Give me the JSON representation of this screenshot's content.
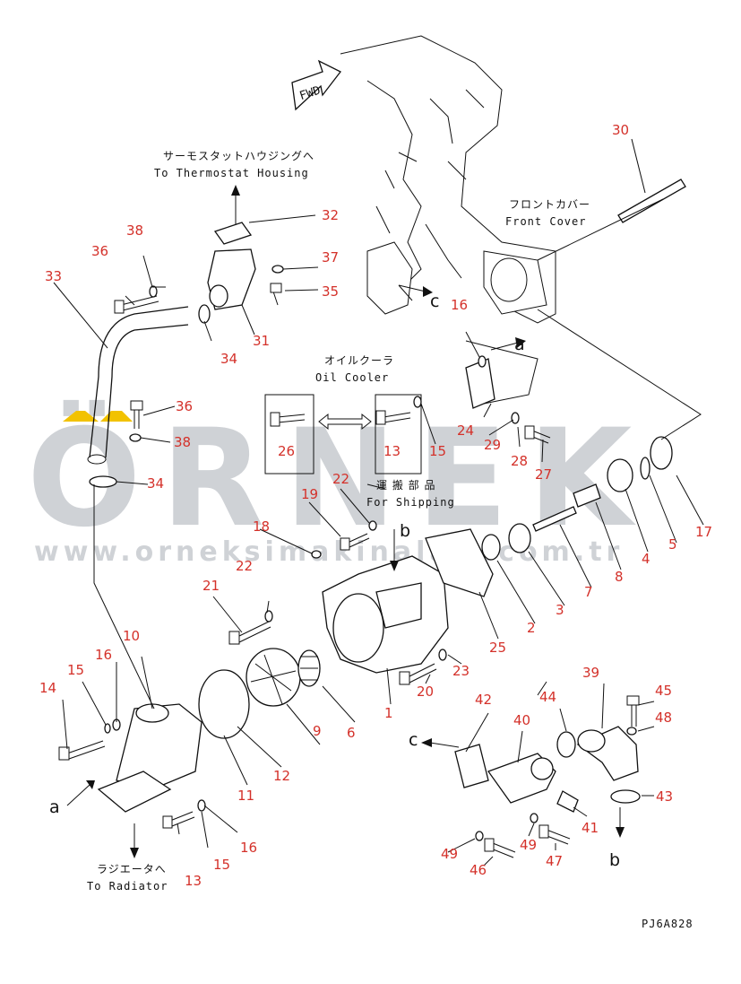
{
  "diagram": {
    "code": "PJ6A828",
    "fwd": "FWD",
    "captions": {
      "to_thermostat_jp": "サーモスタットハウジングへ",
      "to_thermostat_en": "To Thermostat Housing",
      "front_cover_jp": "フロントカバー",
      "front_cover_en": "Front Cover",
      "oil_cooler_jp": "オイルクーラ",
      "oil_cooler_en": "Oil Cooler",
      "for_shipping_jp": "運 搬 部 品",
      "for_shipping_en": "For Shipping",
      "to_radiator_jp": "ラジエータへ",
      "to_radiator_en": "To Radiator"
    },
    "letters": {
      "a1": "a",
      "a2": "a",
      "b1": "b",
      "b2": "b",
      "c1": "c",
      "c2": "c"
    },
    "numbers": {
      "n1": "1",
      "n2": "2",
      "n3": "3",
      "n4": "4",
      "n5": "5",
      "n6": "6",
      "n7": "7",
      "n8": "8",
      "n9": "9",
      "n10": "10",
      "n11": "11",
      "n12": "12",
      "n13a": "13",
      "n13b": "13",
      "n14": "14",
      "n15a": "15",
      "n15b": "15",
      "n15c": "15",
      "n16a": "16",
      "n16b": "16",
      "n16c": "16",
      "n17": "17",
      "n18": "18",
      "n19": "19",
      "n20": "20",
      "n21": "21",
      "n22a": "22",
      "n22b": "22",
      "n23": "23",
      "n24": "24",
      "n25": "25",
      "n26": "26",
      "n27": "27",
      "n28": "28",
      "n29": "29",
      "n30": "30",
      "n31": "31",
      "n32": "32",
      "n33": "33",
      "n34a": "34",
      "n34b": "34",
      "n35": "35",
      "n36a": "36",
      "n36b": "36",
      "n37": "37",
      "n38a": "38",
      "n38b": "38",
      "n39": "39",
      "n40": "40",
      "n41": "41",
      "n42": "42",
      "n43": "43",
      "n44": "44",
      "n45": "45",
      "n46": "46",
      "n47": "47",
      "n48": "48",
      "n49a": "49",
      "n49b": "49"
    },
    "colors": {
      "label": "#d4312a",
      "line": "#111111",
      "watermark": "#cfd2d6",
      "watermark_accent": "#f2c200"
    }
  },
  "watermark": {
    "brand": "ÖRNEK",
    "url": "www.orneksimakinalari.com.tr"
  }
}
